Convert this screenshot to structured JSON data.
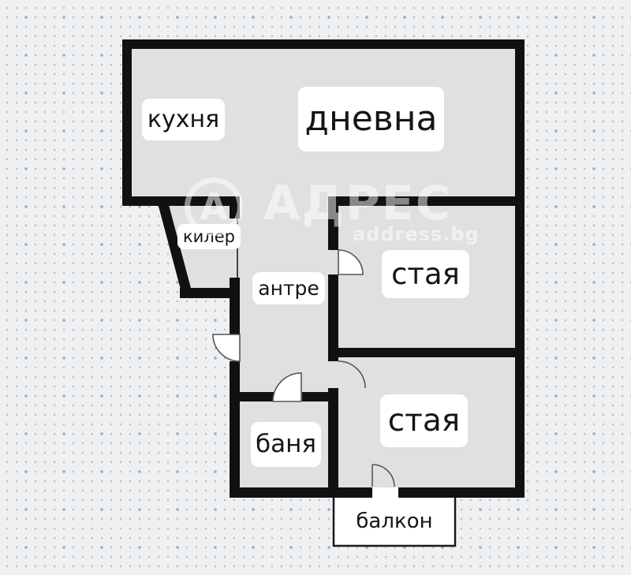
{
  "floorplan": {
    "rooms": [
      {
        "id": "kitchen",
        "label": "кухня"
      },
      {
        "id": "living",
        "label": "дневна"
      },
      {
        "id": "closet",
        "label": "килер"
      },
      {
        "id": "hall",
        "label": "антре"
      },
      {
        "id": "room-middle",
        "label": "стая"
      },
      {
        "id": "bath",
        "label": "баня"
      },
      {
        "id": "room-bottom",
        "label": "стая"
      },
      {
        "id": "balcony",
        "label": "балкон"
      }
    ],
    "watermark": {
      "logo_letter": "А",
      "brand": "АДРЕС",
      "site": "address.bg"
    },
    "colors": {
      "wall": "#111111",
      "room_fill": "#e0e0e0",
      "background": "#eef0f1",
      "label_bg": "#ffffff",
      "label_text": "#151515",
      "dot_small": "#888c92",
      "dot_blue": "#7d9bc8",
      "door_line": "#555555"
    }
  }
}
